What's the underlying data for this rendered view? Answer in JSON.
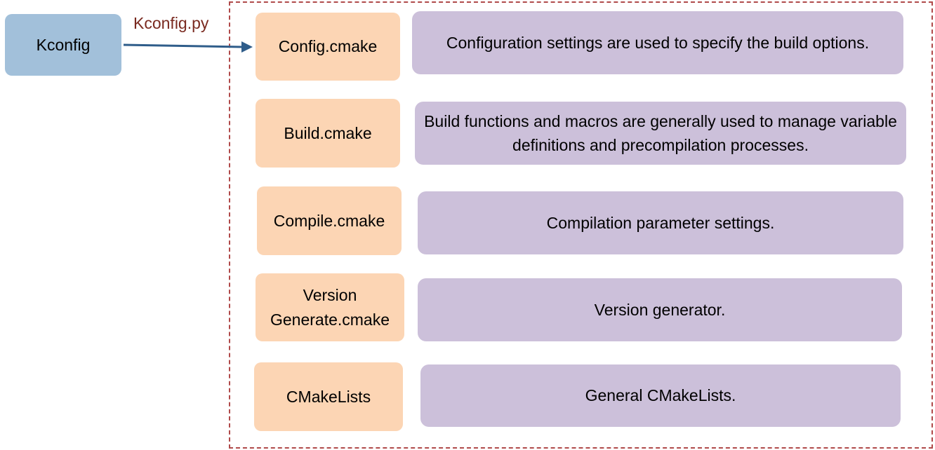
{
  "diagram": {
    "source_node": {
      "label": "Kconfig"
    },
    "edge_label": "Kconfig.py",
    "rows": [
      {
        "file": "Config.cmake",
        "description": "Configuration settings are used to specify the build options."
      },
      {
        "file": "Build.cmake",
        "description": "Build functions and macros are generally used to manage variable definitions and precompilation processes."
      },
      {
        "file": "Compile.cmake",
        "description": "Compilation parameter settings."
      },
      {
        "file": "Version Generate.cmake",
        "description": "Version generator."
      },
      {
        "file": "CMakeLists",
        "description": "General CMakeLists."
      }
    ]
  },
  "colors": {
    "source_fill": "#a2c0da",
    "file_fill": "#fcd5b4",
    "description_fill": "#ccc0da",
    "frame_border": "#b04a4a",
    "arrow": "#2f5d8a",
    "edge_label": "#7a2a20"
  }
}
